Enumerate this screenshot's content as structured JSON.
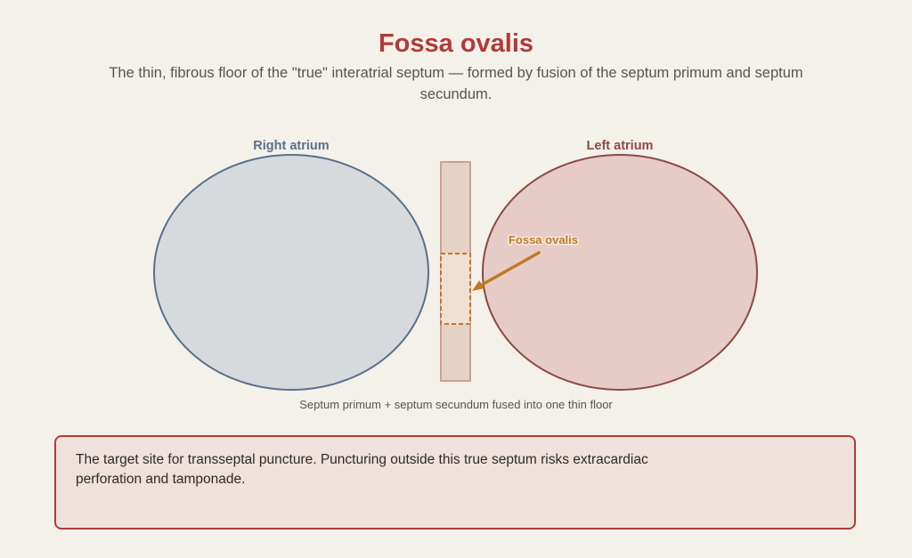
{
  "title": "Fossa ovalis",
  "subtitle": "The thin, fibrous floor of the \"true\" interatrial septum — formed by fusion of the septum primum and septum secundum.",
  "diagram": {
    "right_atrium_label": "Right atrium",
    "left_atrium_label": "Left atrium",
    "fossa_label": "Fossa ovalis",
    "septum_caption": "Septum primum + septum secundum fused into one thin floor"
  },
  "note": {
    "text": "The target site for transseptal puncture. Puncturing outside this true septum risks extracardiac perforation and tamponade."
  },
  "colors": {
    "title": "#b23a3a",
    "right_atrium_fill": "#d6dadd",
    "right_atrium_stroke": "#5a7089",
    "left_atrium_fill": "#e7cbc6",
    "left_atrium_stroke": "#8c4a44",
    "septum_fill": "#e5d2c7",
    "septum_stroke": "#c9a294",
    "fossa_accent": "#c07a24"
  }
}
